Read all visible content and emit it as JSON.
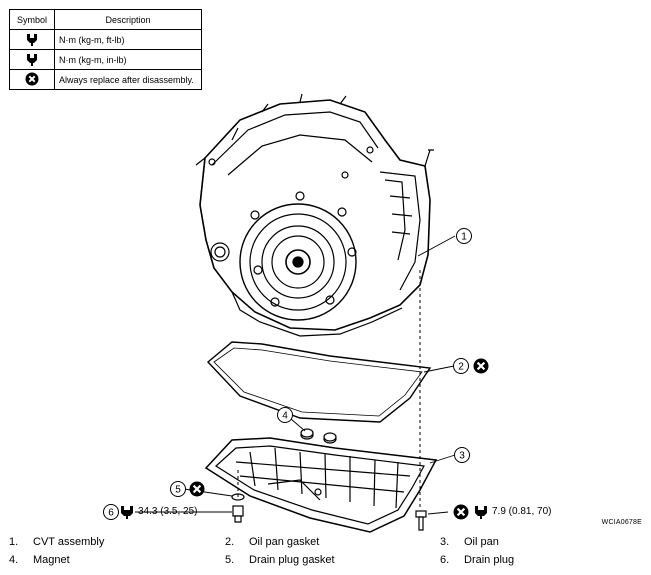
{
  "legend": {
    "header_symbol": "Symbol",
    "header_description": "Description",
    "rows": [
      {
        "icon": "torque-wrench-icon",
        "description": "N·m (kg-m, ft-lb)"
      },
      {
        "icon": "torque-wrench-small-icon",
        "description": "N·m (kg-m, in-lb)"
      },
      {
        "icon": "always-replace-icon",
        "description": "Always replace after disassembly."
      }
    ]
  },
  "callouts": {
    "c1": "1",
    "c2": "2",
    "c3": "3",
    "c4": "4",
    "c5": "5",
    "c6": "6"
  },
  "specs": {
    "drain_plug_torque": "34.3 (3.5, 25)",
    "oil_pan_bolt_torque": "7.9 (0.81, 70)"
  },
  "reference_code": "WCIA0678E",
  "parts": [
    {
      "num": "1.",
      "name": "CVT assembly"
    },
    {
      "num": "2.",
      "name": "Oil pan gasket"
    },
    {
      "num": "3.",
      "name": "Oil pan"
    },
    {
      "num": "4.",
      "name": "Magnet"
    },
    {
      "num": "5.",
      "name": "Drain plug gasket"
    },
    {
      "num": "6.",
      "name": "Drain plug"
    }
  ],
  "colors": {
    "ink": "#000000",
    "paper": "#ffffff"
  }
}
